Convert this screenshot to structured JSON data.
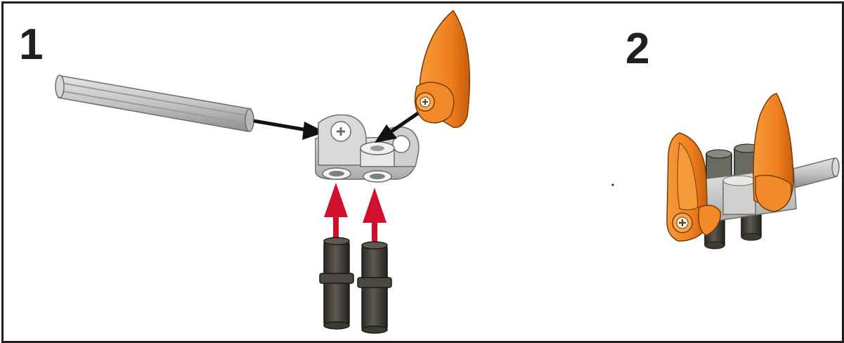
{
  "steps": [
    {
      "number": "1"
    },
    {
      "number": "2"
    }
  ],
  "colors": {
    "frame": "#231f20",
    "orange": "#f07f1e",
    "orange_dark": "#c85f0d",
    "gray_light": "#d7d7d5",
    "gray_mid": "#b5b5b3",
    "gray_dark": "#8d8d8b",
    "pin_black": "#3b3a33",
    "arrow_red": "#d2102e",
    "arrow_black": "#111111"
  },
  "icons": [
    "axle",
    "connector-block",
    "orange-fin",
    "friction-pin",
    "push-arrow"
  ]
}
